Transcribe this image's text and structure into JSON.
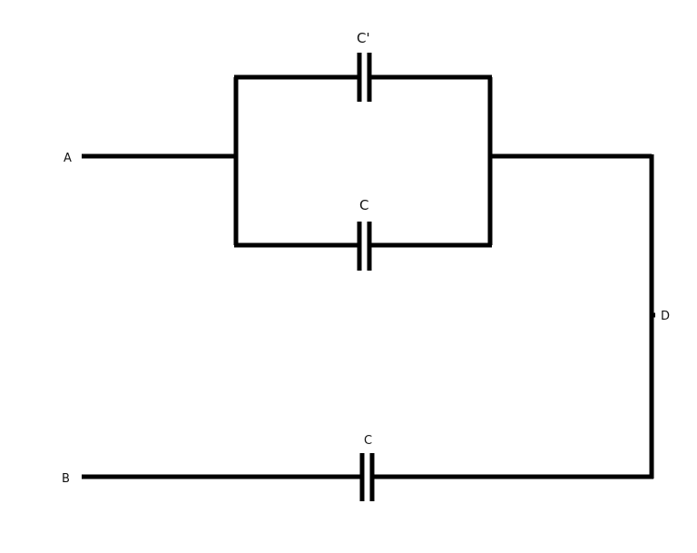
{
  "diagram": {
    "title": "capacitor-network-circuit",
    "colors": {
      "wire": "#000000",
      "background": "#ffffff",
      "label": "#111111"
    },
    "labels": {
      "terminal_a": "A",
      "terminal_b": "B",
      "node_d": "D",
      "capacitor_top": "C'",
      "capacitor_middle": "C",
      "capacitor_bottom": "C"
    },
    "description": "Two capacitors (C' and C) in parallel between node A and node D, in series with capacitor C on the lower branch leading to terminal B."
  }
}
